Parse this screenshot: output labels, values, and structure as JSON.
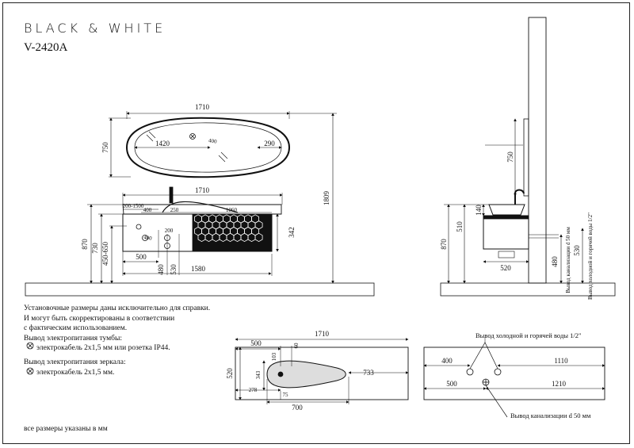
{
  "header": {
    "brand": "BLACK & WHITE",
    "model": "V-2420A"
  },
  "notes": {
    "disclaimer": [
      "Установочные размеры даны исключительно для справки.",
      "И могут быть скорректированы в соответствии",
      "с фактическим использованием."
    ],
    "cabinet_power_title": "Вывод электропитания тумбы:",
    "cabinet_power_spec": "электрокабель 2х1,5 мм или розетка IP44.",
    "mirror_power_title": "Вывод электропитания зеркала:",
    "mirror_power_spec": "электрокабель 2х1,5 мм.",
    "units_note": "все размеры указаны в мм"
  },
  "front_view": {
    "mirror_width": "1710",
    "mirror_height": "750",
    "mirror_inner": "1420",
    "mirror_right": "290",
    "mirror_marker": "400",
    "total_height": "1809",
    "top_width": "1710",
    "off_left": "200-1500",
    "off_400": "400",
    "off_250": "250",
    "off_1060": "1060",
    "cab_height": "342",
    "h_870": "870",
    "h_730": "730",
    "h_450_650": "450-650",
    "w_500": "500",
    "h_480": "480",
    "h_530": "530",
    "w_1580": "1580",
    "hole_200": "200",
    "hole_400": "400"
  },
  "side_view": {
    "mirror_height": "750",
    "basin_height": "140",
    "counter_height": "510",
    "total_height": "870",
    "depth": "520",
    "drain_height": "480",
    "water_height": "530",
    "drain_label": "Вывод канализации d 50 мм",
    "water_label": "Вывод холодной и горячей воды 1/2\""
  },
  "top_view": {
    "total_width": "1710",
    "left_offset": "500",
    "small_60": "60",
    "small_103": "103",
    "basin_length": "733",
    "depth": "520",
    "basin_343": "343",
    "dim_278": "278",
    "dim_75": "75",
    "basin_width": "700"
  },
  "wall_view": {
    "water_label": "Вывод холодной и горячей воды 1/2\"",
    "left_400": "400",
    "right_1110": "1110",
    "left_500": "500",
    "right_1210": "1210",
    "drain_label": "Вывод канализации d 50 мм"
  }
}
